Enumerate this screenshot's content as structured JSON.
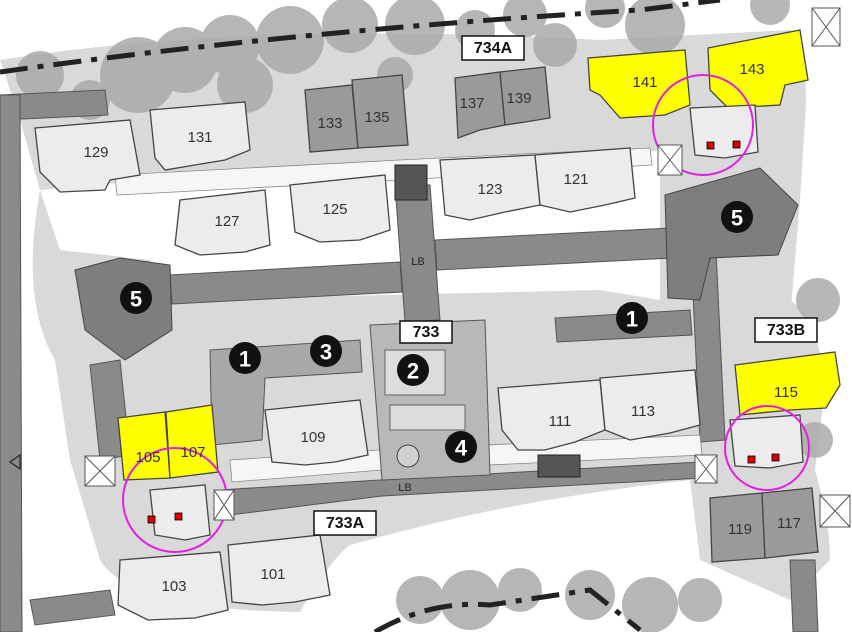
{
  "colors": {
    "building": "#ececec",
    "building_dark": "#999999",
    "highlight": "#ffff00",
    "circle": "#e21fe2",
    "ground": "#d6d6d6",
    "path": "#888888",
    "tree": "#a6a6a6",
    "marker": "#dd0000"
  },
  "labels": {
    "b129": "129",
    "b131": "131",
    "b133": "133",
    "b135": "135",
    "b137": "137",
    "b139": "139",
    "b141": "141",
    "b143": "143",
    "b127": "127",
    "b125": "125",
    "b123": "123",
    "b121": "121",
    "b109": "109",
    "b105": "105",
    "b107": "107",
    "b111": "111",
    "b113": "113",
    "b115": "115",
    "b103": "103",
    "b101": "101",
    "b119": "119",
    "b117": "117"
  },
  "tags": {
    "t734A": "734A",
    "t733": "733",
    "t733B": "733B",
    "t733A": "733A"
  },
  "lb": {
    "lb_top": "LB",
    "lb_bottom": "LB"
  },
  "markers": {
    "m1a": "1",
    "m1b": "1",
    "m2": "2",
    "m3": "3",
    "m4": "4",
    "m5a": "5",
    "m5b": "5"
  },
  "icons": {
    "arrow": "arrow-left-icon",
    "dashed": "boundary-line"
  }
}
